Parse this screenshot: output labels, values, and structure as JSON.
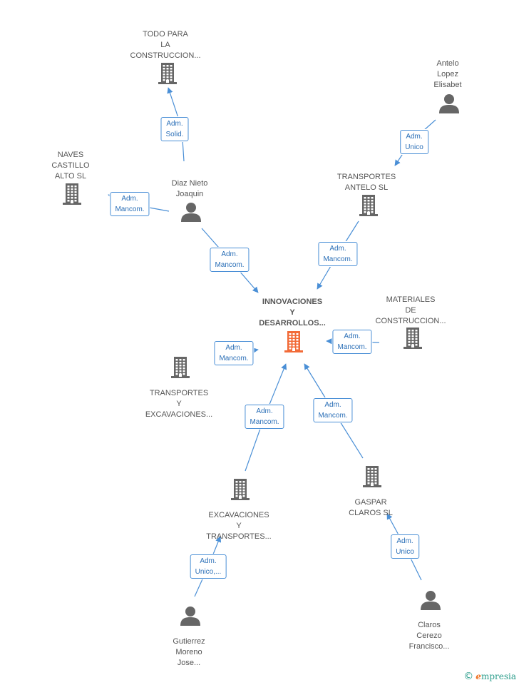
{
  "colors": {
    "edge": "#4a8fd6",
    "icon": "#666666",
    "center_icon": "#f26b38",
    "badge_text": "#2b6fb7"
  },
  "nodes": [
    {
      "id": "center",
      "kind": "company",
      "center": true,
      "lines": [
        "INNOVACIONES",
        "Y",
        "DESARROLLOS..."
      ]
    },
    {
      "id": "todo",
      "kind": "company",
      "lines": [
        "TODO PARA",
        "LA",
        "CONSTRUCCION..."
      ]
    },
    {
      "id": "antelo",
      "kind": "person",
      "lines": [
        "Antelo",
        "Lopez",
        "Elisabet"
      ]
    },
    {
      "id": "naves",
      "kind": "company",
      "lines": [
        "NAVES",
        "CASTILLO",
        "ALTO SL"
      ]
    },
    {
      "id": "diaz",
      "kind": "person",
      "lines": [
        "Diaz Nieto",
        "Joaquin"
      ]
    },
    {
      "id": "transantelo",
      "kind": "company",
      "lines": [
        "TRANSPORTES",
        "ANTELO SL"
      ]
    },
    {
      "id": "materiales",
      "kind": "company",
      "lines": [
        "MATERIALES",
        "DE",
        "CONSTRUCCION..."
      ]
    },
    {
      "id": "transexc",
      "kind": "company",
      "lines": [
        "TRANSPORTES",
        "Y",
        "EXCAVACIONES..."
      ]
    },
    {
      "id": "exctrans",
      "kind": "company",
      "lines": [
        "EXCAVACIONES",
        "Y",
        "TRANSPORTES..."
      ]
    },
    {
      "id": "gaspar",
      "kind": "company",
      "lines": [
        "GASPAR",
        "CLAROS SL"
      ]
    },
    {
      "id": "gutierrez",
      "kind": "person",
      "lines": [
        "Gutierrez",
        "Moreno",
        "Jose..."
      ]
    },
    {
      "id": "claros",
      "kind": "person",
      "lines": [
        "Claros",
        "Cerezo",
        "Francisco..."
      ]
    }
  ],
  "edges": [
    {
      "id": "e1",
      "lines": [
        "Adm.",
        "Solid."
      ]
    },
    {
      "id": "e2",
      "lines": [
        "Adm.",
        "Unico"
      ]
    },
    {
      "id": "e3",
      "lines": [
        "Adm.",
        "Mancom."
      ]
    },
    {
      "id": "e4",
      "lines": [
        "Adm.",
        "Mancom."
      ]
    },
    {
      "id": "e5",
      "lines": [
        "Adm.",
        "Mancom."
      ]
    },
    {
      "id": "e6",
      "lines": [
        "Adm.",
        "Mancom."
      ]
    },
    {
      "id": "e7",
      "lines": [
        "Adm.",
        "Mancom."
      ]
    },
    {
      "id": "e8",
      "lines": [
        "Adm.",
        "Mancom."
      ]
    },
    {
      "id": "e9",
      "lines": [
        "Adm.",
        "Mancom."
      ]
    },
    {
      "id": "e10",
      "lines": [
        "Adm.",
        "Unico,..."
      ]
    },
    {
      "id": "e11",
      "lines": [
        "Adm.",
        "Unico"
      ]
    }
  ],
  "footer": {
    "copyright": "©",
    "brand_first": "e",
    "brand_rest": "mpresia"
  }
}
